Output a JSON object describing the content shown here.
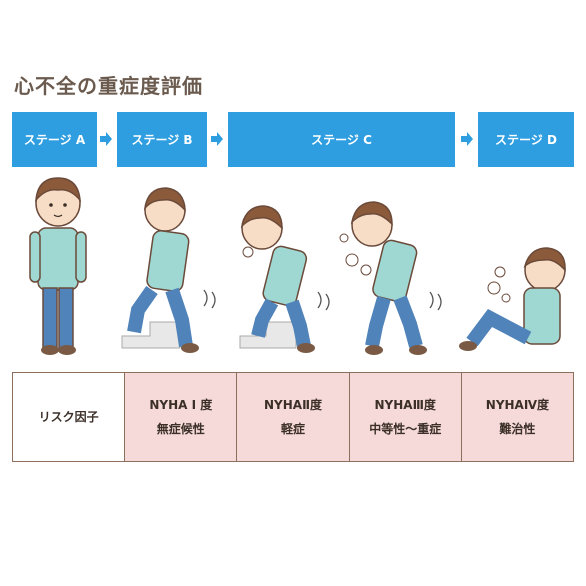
{
  "title": "心不全の重症度評価",
  "stages": [
    "ステージ A",
    "ステージ B",
    "ステージ C",
    "ステージ D"
  ],
  "table": {
    "header": "リスク因子",
    "cells": [
      {
        "line1": "NYHA Ⅰ 度",
        "line2": "無症候性"
      },
      {
        "line1": "NYHAⅡ度",
        "line2": "軽症"
      },
      {
        "line1": "NYHAⅢ度",
        "line2": "中等性～重症"
      },
      {
        "line1": "NYHAⅣ度",
        "line2": "難治性"
      }
    ]
  },
  "colors": {
    "stage_bg": "#2e9ee1",
    "cell_bg": "#f6dada",
    "border": "#8c6f5d",
    "title": "#6b5a4e"
  }
}
